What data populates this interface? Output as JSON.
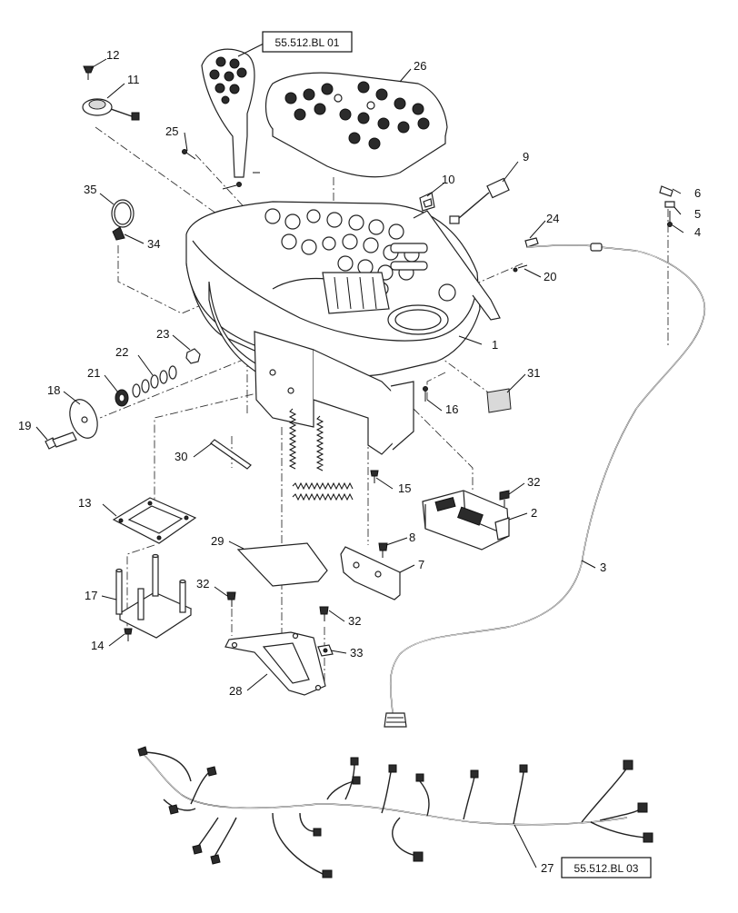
{
  "diagram": {
    "references": {
      "joystick": "55.512.BL 01",
      "harness": "55.512.BL 03"
    },
    "callouts": [
      "1",
      "2",
      "3",
      "4",
      "5",
      "6",
      "7",
      "8",
      "9",
      "10",
      "11",
      "12",
      "13",
      "14",
      "15",
      "16",
      "17",
      "18",
      "19",
      "20",
      "21",
      "22",
      "23",
      "24",
      "25",
      "26",
      "27",
      "28",
      "29",
      "30",
      "31",
      "32",
      "32",
      "32",
      "33",
      "34",
      "35"
    ]
  }
}
